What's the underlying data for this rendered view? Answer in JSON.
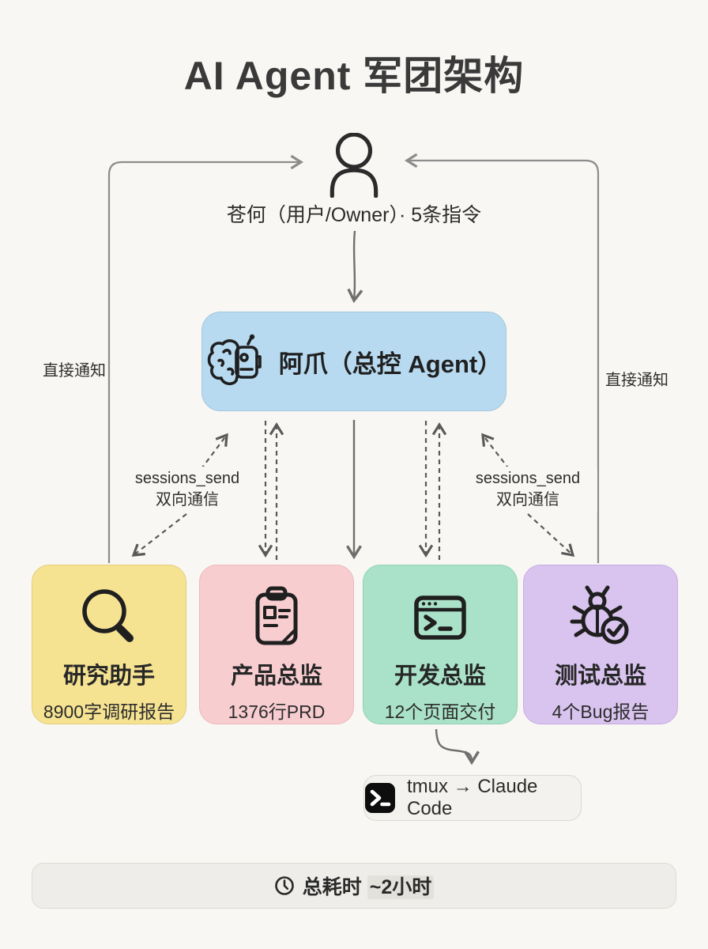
{
  "title": "AI Agent 军团架构",
  "owner": {
    "icon": "person-icon",
    "label": "苍何（用户/Owner）· 5条指令"
  },
  "master": {
    "icon": "brain-robot-icon",
    "label": "阿爪（总控 Agent）",
    "color": "#b7daf0"
  },
  "edges": {
    "direct_left": "直接通知",
    "direct_right": "直接通知",
    "session_left": {
      "line1": "sessions_send",
      "line2": "双向通信"
    },
    "session_right": {
      "line1": "sessions_send",
      "line2": "双向通信"
    }
  },
  "agents": [
    {
      "name": "研究助手",
      "output": "8900字调研报告",
      "icon": "magnifier-icon",
      "color": "#f6e392"
    },
    {
      "name": "产品总监",
      "output": "1376行PRD",
      "icon": "clipboard-icon",
      "color": "#f8cdd0"
    },
    {
      "name": "开发总监",
      "output": "12个页面交付",
      "icon": "terminal-window-icon",
      "color": "#aae2c9"
    },
    {
      "name": "测试总监",
      "output": "4个Bug报告",
      "icon": "bug-check-icon",
      "color": "#d9c4ef"
    }
  ],
  "tooling": {
    "icon": "terminal-badge-icon",
    "label_prefix": "tmux",
    "label_arrow": "→",
    "label_suffix": "Claude Code",
    "label": "tmux → Claude Code"
  },
  "footer": {
    "icon": "clock-icon",
    "label_prefix": "总耗时",
    "label_highlight": "~2小时"
  }
}
